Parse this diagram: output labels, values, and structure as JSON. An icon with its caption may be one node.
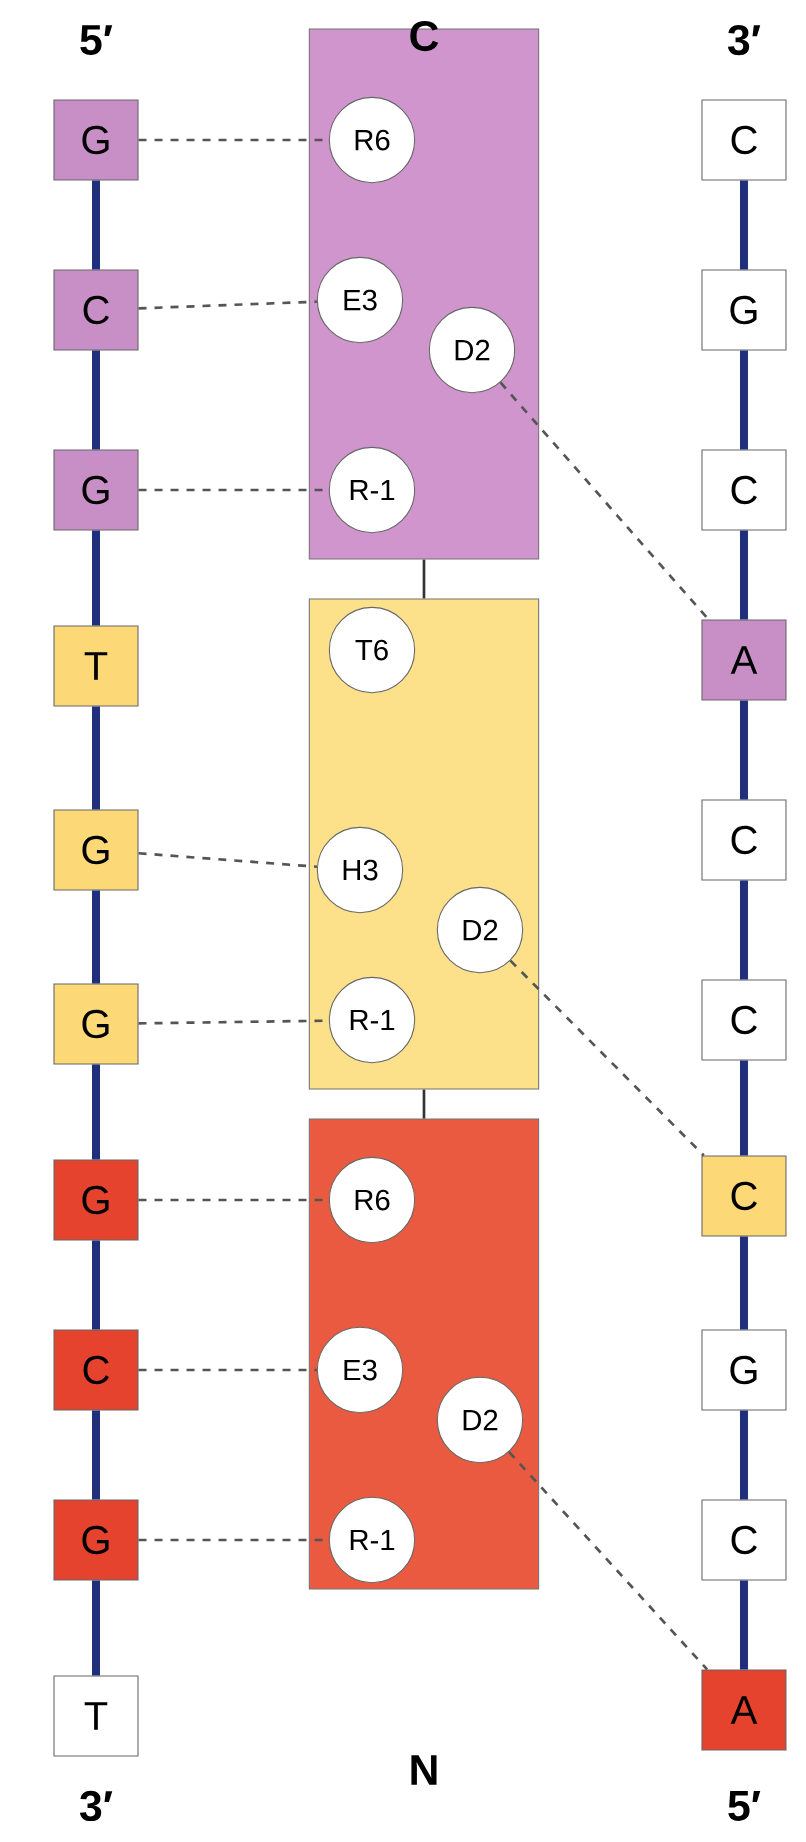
{
  "diagram": {
    "nodes": [
      {
        "text": [
          "G"
        ]
      },
      {
        "text": [
          "C"
        ]
      },
      {
        "text": [
          "G"
        ]
      },
      {
        "text": [
          "T"
        ]
      },
      {
        "text": [
          "G"
        ]
      },
      {
        "text": [
          "G"
        ]
      },
      {
        "text": [
          "G"
        ]
      },
      {
        "text": [
          "C"
        ]
      },
      {
        "text": [
          "G"
        ]
      },
      {
        "text": [
          "T"
        ]
      },
      {
        "text": [
          "C"
        ]
      },
      {
        "text": [
          "G"
        ]
      },
      {
        "text": [
          "C"
        ]
      },
      {
        "text": [
          "A"
        ]
      },
      {
        "text": [
          "C"
        ]
      },
      {
        "text": [
          "C"
        ]
      },
      {
        "text": [
          "C"
        ]
      },
      {
        "text": [
          "G"
        ]
      },
      {
        "text": [
          "C"
        ]
      },
      {
        "text": [
          "A"
        ]
      },
      {
        "text": [],
        "shape": "box"
      },
      {
        "text": [
          "R6"
        ],
        "in": 20
      },
      {
        "text": [
          "E3"
        ],
        "in": 20
      },
      {
        "text": [
          "D2"
        ],
        "in": 20
      },
      {
        "text": [
          "R-1"
        ],
        "in": 20
      },
      {
        "text": [],
        "shape": "box"
      },
      {
        "text": [
          "T6"
        ],
        "in": 25
      },
      {
        "text": [
          "H3"
        ],
        "in": 25
      },
      {
        "text": [
          "D2"
        ],
        "in": 25
      },
      {
        "text": [
          "R-1"
        ],
        "in": 25
      },
      {
        "text": [],
        "shape": "box"
      },
      {
        "text": [
          "R6"
        ],
        "in": 30
      },
      {
        "text": [
          "E3"
        ],
        "in": 30
      },
      {
        "text": [
          "D2"
        ],
        "in": 30
      },
      {
        "text": [
          "R-1"
        ],
        "in": 30
      }
    ],
    "edges": [
      {
        "from": 0,
        "to": 1,
        "arrow": "none"
      },
      {
        "from": 1,
        "to": 2,
        "arrow": "none"
      },
      {
        "from": 2,
        "to": 3,
        "arrow": "none"
      },
      {
        "from": 3,
        "to": 4,
        "arrow": "none"
      },
      {
        "from": 4,
        "to": 5,
        "arrow": "none"
      },
      {
        "from": 5,
        "to": 6,
        "arrow": "none"
      },
      {
        "from": 6,
        "to": 7,
        "arrow": "none"
      },
      {
        "from": 7,
        "to": 8,
        "arrow": "none"
      },
      {
        "from": 8,
        "to": 9,
        "arrow": "none"
      },
      {
        "from": 10,
        "to": 11,
        "arrow": "none"
      },
      {
        "from": 11,
        "to": 12,
        "arrow": "none"
      },
      {
        "from": 12,
        "to": 13,
        "arrow": "none"
      },
      {
        "from": 13,
        "to": 14,
        "arrow": "none"
      },
      {
        "from": 14,
        "to": 15,
        "arrow": "none"
      },
      {
        "from": 15,
        "to": 16,
        "arrow": "none"
      },
      {
        "from": 16,
        "to": 17,
        "arrow": "none"
      },
      {
        "from": 17,
        "to": 18,
        "arrow": "none"
      },
      {
        "from": 18,
        "to": 19,
        "arrow": "none"
      },
      {
        "from": 20,
        "to": 25,
        "arrow": "none",
        "color": "#333333"
      },
      {
        "from": 25,
        "to": 30,
        "arrow": "none",
        "color": "#333333"
      },
      {
        "from": 0,
        "to": 21,
        "arrow": "none",
        "style": "dashed",
        "color": "#555555"
      },
      {
        "from": 1,
        "to": 22,
        "arrow": "none",
        "style": "dashed",
        "color": "#555555"
      },
      {
        "from": 2,
        "to": 24,
        "arrow": "none",
        "style": "dashed",
        "color": "#555555"
      },
      {
        "from": 23,
        "to": 13,
        "arrow": "none",
        "style": "dashed",
        "color": "#555555"
      },
      {
        "from": 4,
        "to": 27,
        "arrow": "none",
        "style": "dashed",
        "color": "#555555"
      },
      {
        "from": 5,
        "to": 29,
        "arrow": "none",
        "style": "dashed",
        "color": "#555555"
      },
      {
        "from": 28,
        "to": 16,
        "arrow": "none",
        "style": "dashed",
        "color": "#555555"
      },
      {
        "from": 6,
        "to": 31,
        "arrow": "none",
        "style": "dashed",
        "color": "#555555"
      },
      {
        "from": 7,
        "to": 32,
        "arrow": "none",
        "style": "dashed",
        "color": "#555555"
      },
      {
        "from": 8,
        "to": 34,
        "arrow": "none",
        "style": "dashed",
        "color": "#555555"
      },
      {
        "from": 33,
        "to": 19,
        "arrow": "none",
        "style": "dashed",
        "color": "#555555"
      }
    ],
    "labels": [
      "5′",
      "C",
      "3′",
      "N",
      "3′",
      "5′"
    ]
  }
}
